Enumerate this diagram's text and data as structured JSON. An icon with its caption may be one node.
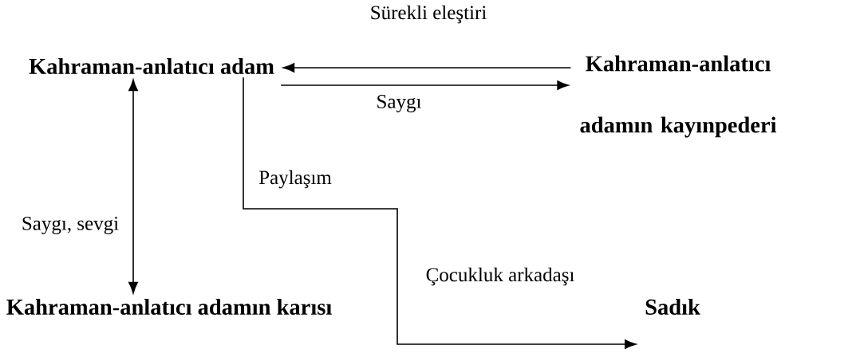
{
  "diagram": {
    "nodes": [
      {
        "text": [
          "Kahraman-anlatıcı adam"
        ]
      },
      {
        "text": [
          "Kahraman-anlatıcı adamın kayınpederi"
        ]
      },
      {
        "text": [
          "Kahraman-anlatıcı adamın karısı"
        ]
      },
      {
        "text": [
          "Sadık"
        ]
      }
    ],
    "edges": [
      {
        "from": 1,
        "to": 0,
        "arrow": "to",
        "label": "Sürekli eleştiri"
      },
      {
        "from": 0,
        "to": 1,
        "arrow": "to",
        "label": "Saygı"
      },
      {
        "from": 0,
        "to": 2,
        "arrow": "both",
        "label": "Saygı, sevgi"
      },
      {
        "from": 0,
        "to": 3,
        "arrow": "to",
        "label": "Paylaşım"
      }
    ],
    "labels": [
      "Çocukluk arkadaşı"
    ]
  }
}
